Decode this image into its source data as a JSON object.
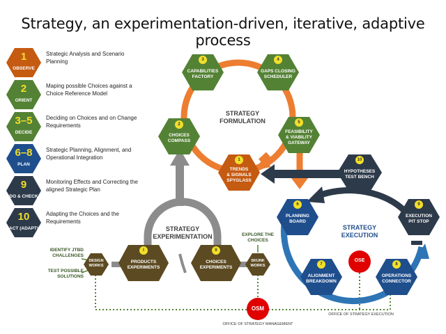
{
  "title": "Strategy, an experimentation-driven, iterative, adaptive process",
  "legend": [
    {
      "num": "1",
      "label": "OBSERVE",
      "text": "Strategic Analysis and Scenario Planning",
      "color": "#c55a11"
    },
    {
      "num": "2",
      "label": "ORIENT",
      "text": "Maping possible Choices against a Choice Reference Model",
      "color": "#548235"
    },
    {
      "num": "3–5",
      "label": "DECIDE",
      "text": "Deciding on Choices and on Change Requirements",
      "color": "#548235"
    },
    {
      "num": "6–8",
      "label": "PLAN",
      "text": "Strategic Planning, Alignment, and Operational Integration",
      "color": "#1f4e8c"
    },
    {
      "num": "9",
      "label": "DO & CHECK",
      "text": "Monitoring Effects and Correcting the aligned Strategic Plan",
      "color": "#2d3a4a"
    },
    {
      "num": "10",
      "label": "ACT (ADAPT)",
      "text": "Adapting the Choices and the Requirements",
      "color": "#2d3a4a"
    }
  ],
  "formulation": {
    "label_line1": "STRATEGY",
    "label_line2": "FORMULATION",
    "nodes": {
      "capabilities": {
        "badge": "3",
        "line1": "CAPABILITIES",
        "line2": "FACTORY"
      },
      "gaps": {
        "badge": "4",
        "line1": "GAPS CLOSING",
        "line2": "SCHEDULER"
      },
      "compass": {
        "badge": "2",
        "line1": "CHOICES",
        "line2": "COMPASS"
      },
      "feasibility": {
        "badge": "5",
        "line1": "FEASIBILITY",
        "line2": "& VIABILITY",
        "line3": "GATEWAY"
      },
      "trends": {
        "badge": "1",
        "line1": "TRENDS",
        "line2": "& SIGNALS",
        "line3": "SPYGLASS"
      }
    }
  },
  "experimentation": {
    "label_line1": "STRATEGY",
    "label_line2": "EXPERIMENTATION",
    "nodes": {
      "design": {
        "line1": "DESIGN",
        "line2": "WORKS"
      },
      "products": {
        "badge": "I",
        "line1": "PRODUCTS",
        "line2": "EXPERIMENTS"
      },
      "choices": {
        "badge": "II",
        "line1": "CHOICES",
        "line2": "EXPERIMENTS"
      },
      "skunk": {
        "line1": "SKUNK",
        "line2": "WORKS"
      }
    },
    "identify_line1": "IDENTIFY JTBD",
    "identify_line2": "CHALLENGES",
    "test_line1": "TEST POSSIBLE",
    "test_line2": "SOLUTIONS",
    "explore_line1": "EXPLORE THE",
    "explore_line2": "CHOICES"
  },
  "execution": {
    "label_line1": "STRATEGY",
    "label_line2": "EXECUTION",
    "nodes": {
      "hypotheses": {
        "badge": "10",
        "line1": "HYPOTHESES",
        "line2": "TEST BENCH"
      },
      "planning": {
        "badge": "6",
        "line1": "PLANNING",
        "line2": "BOARD"
      },
      "pitstop": {
        "badge": "9",
        "line1": "EXECUTION",
        "line2": "PIT STOP"
      },
      "alignment": {
        "badge": "7",
        "line1": "ALIGNMENT",
        "line2": "BREAKDOWN"
      },
      "operations": {
        "badge": "8",
        "line1": "OPERATIONS",
        "line2": "CONNECTOR"
      }
    }
  },
  "ose": {
    "label": "OSE",
    "caption": "OFFICE OF STRATEGY EXECUTION"
  },
  "osm": {
    "label": "OSM",
    "caption": "OFFICE OF STRATEGY MANAGEMENT"
  }
}
